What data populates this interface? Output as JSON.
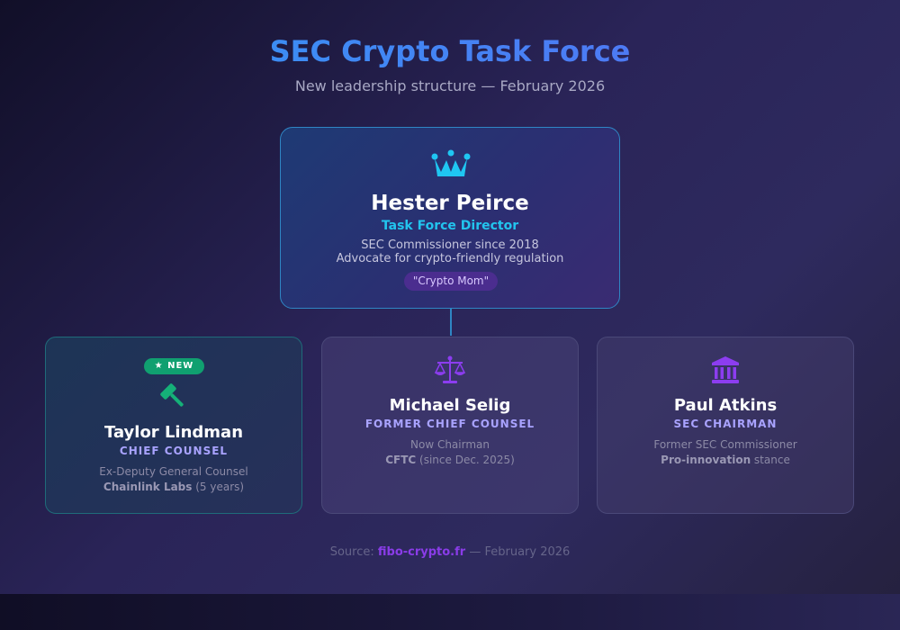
{
  "header": {
    "title": "SEC Crypto Task Force",
    "subtitle": "New leadership structure — February 2026"
  },
  "director": {
    "icon": "crown-icon",
    "name": "Hester Peirce",
    "role": "Task Force Director",
    "line1": "SEC Commissioner since 2018",
    "line2": "Advocate for crypto-friendly regulation",
    "nickname": "\"Crypto Mom\""
  },
  "members": [
    {
      "badge": "NEW",
      "icon": "gavel-icon",
      "name": "Taylor Lindman",
      "role": "CHIEF COUNSEL",
      "line1": "Ex-Deputy General Counsel",
      "line2_bold": "Chainlink Labs",
      "line2_rest": " (5 years)"
    },
    {
      "icon": "scales-icon",
      "name": "Michael Selig",
      "role": "FORMER CHIEF COUNSEL",
      "line1": "Now Chairman",
      "line2_bold": "CFTC",
      "line2_rest": " (since Dec. 2025)"
    },
    {
      "icon": "bank-icon",
      "name": "Paul Atkins",
      "role": "SEC CHAIRMAN",
      "line1": "Former SEC Commissioner",
      "line2_bold": "Pro-innovation",
      "line2_rest": " stance"
    }
  ],
  "footer": {
    "prefix": "Source: ",
    "site": "fibo-crypto.fr",
    "suffix": " — February 2026"
  },
  "colors": {
    "accent_blue": "#2f9bf5",
    "director_role": "#22c4ee",
    "new_badge": "#10a070",
    "member_role": "#a9a3ff",
    "source_link": "#8a3ce8"
  }
}
